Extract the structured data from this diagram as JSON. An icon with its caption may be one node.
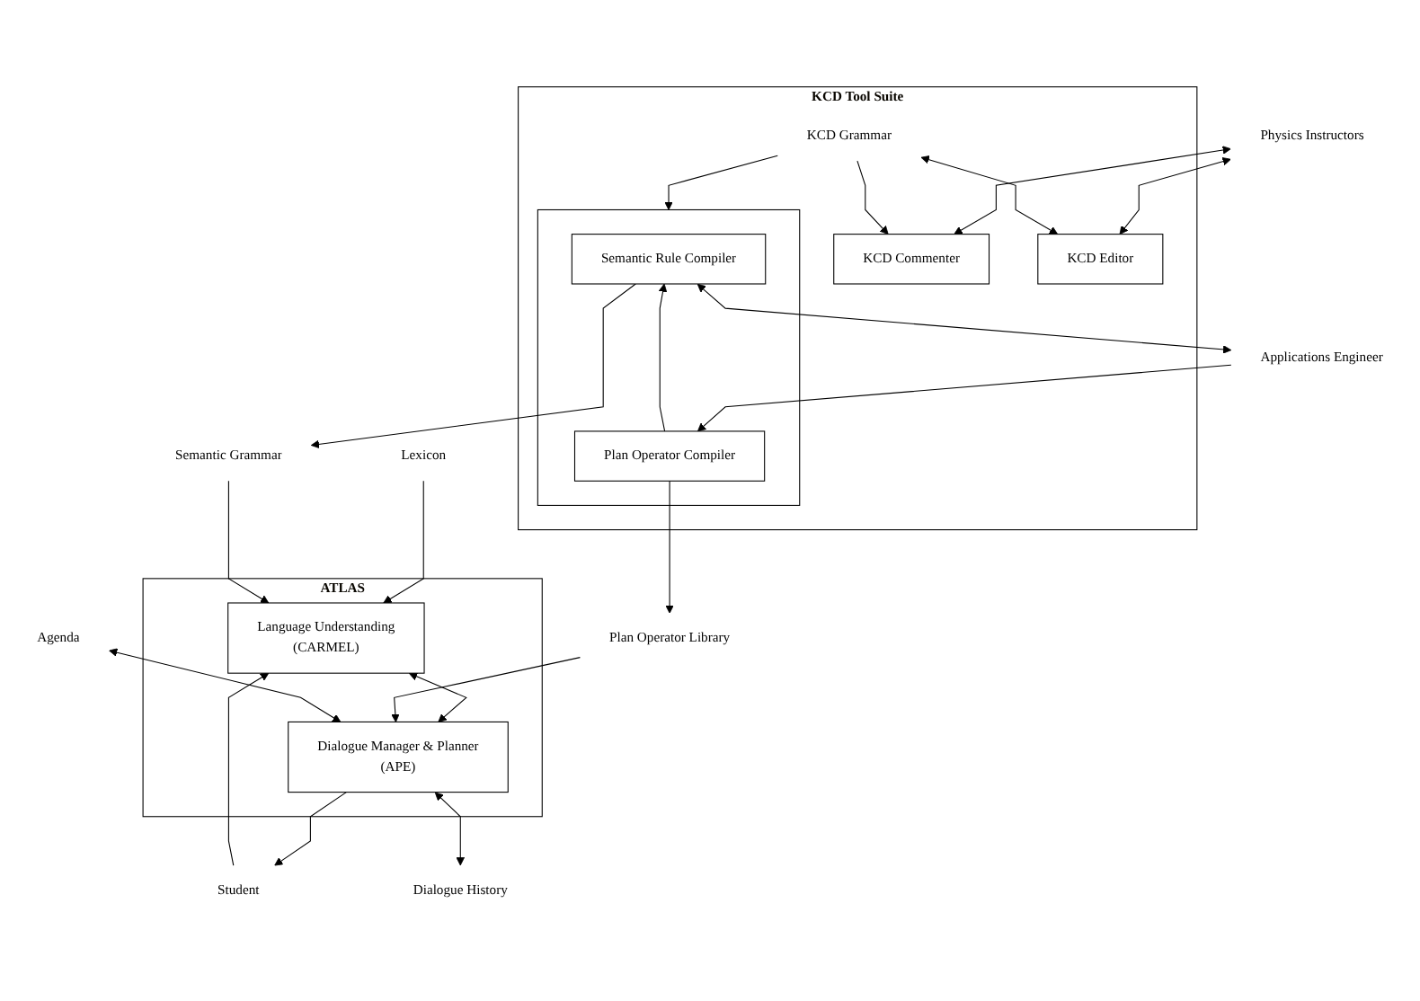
{
  "diagram": {
    "nodes": [
      {
        "text": [
          "ATLAS"
        ]
      },
      {
        "text": [
          "Language Understanding",
          "(CARMEL)"
        ],
        "in": 0
      },
      {
        "text": [
          "Dialogue Manager & Planner",
          "(APE)"
        ],
        "in": 0
      },
      {
        "text": [
          "Physics Instructors"
        ]
      },
      {
        "text": [
          "KCD Tool Suite"
        ]
      },
      {
        "text": [
          "KCD Commenter"
        ],
        "in": 4
      },
      {
        "text": [
          "KCD Editor"
        ],
        "in": 4
      },
      {
        "text": [
          "KCD Grammar"
        ],
        "in": 4
      },
      {
        "text": [],
        "shape": "box",
        "in": 4
      },
      {
        "text": [
          "Semantic Rule Compiler"
        ],
        "in": 8
      },
      {
        "text": [
          "Plan Operator Compiler"
        ],
        "in": 8
      },
      {
        "text": [
          "Lexicon"
        ]
      },
      {
        "text": [
          "Semantic Grammar"
        ]
      },
      {
        "text": [
          "Student"
        ]
      },
      {
        "text": [
          "Plan Operator Library"
        ]
      },
      {
        "text": [
          "Applications Engineer"
        ]
      },
      {
        "text": [
          "Agenda"
        ]
      },
      {
        "text": [
          "Dialogue History"
        ]
      }
    ],
    "edges": [
      {
        "from": 13,
        "to": 1,
        "arrow": "to"
      },
      {
        "from": 2,
        "to": 13,
        "arrow": "to"
      },
      {
        "from": 11,
        "to": 1,
        "arrow": "to"
      },
      {
        "from": 12,
        "to": 1,
        "arrow": "to"
      },
      {
        "from": 1,
        "to": 2,
        "arrow": "both"
      },
      {
        "from": 14,
        "to": 2,
        "arrow": "to"
      },
      {
        "from": 16,
        "to": 2,
        "arrow": "both"
      },
      {
        "from": 2,
        "to": 17,
        "arrow": "both"
      },
      {
        "from": 3,
        "to": 5,
        "arrow": "both"
      },
      {
        "from": 3,
        "to": 6,
        "arrow": "both"
      },
      {
        "from": 7,
        "to": 5,
        "arrow": "to"
      },
      {
        "from": 7,
        "to": 6,
        "arrow": "both"
      },
      {
        "from": 7,
        "to": 8,
        "arrow": "to"
      },
      {
        "from": 9,
        "to": 12,
        "arrow": "to"
      },
      {
        "from": 10,
        "to": 14,
        "arrow": "to"
      },
      {
        "from": 10,
        "to": 9,
        "arrow": "to"
      },
      {
        "from": 9,
        "to": 15,
        "arrow": "both"
      },
      {
        "from": 15,
        "to": 10,
        "arrow": "to"
      }
    ]
  }
}
